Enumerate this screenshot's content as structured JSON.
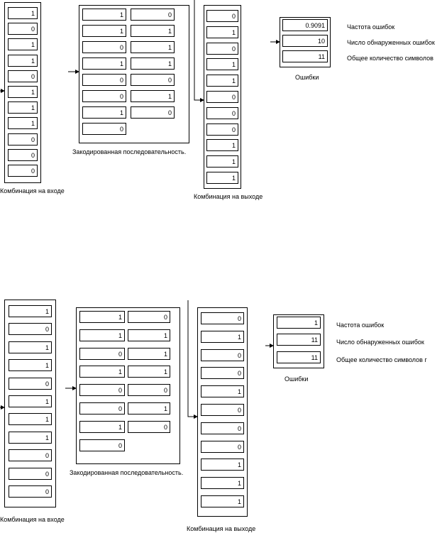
{
  "models": [
    {
      "input": {
        "caption": "Комбинация на входе",
        "values": [
          "1",
          "0",
          "1",
          "1",
          "0",
          "1",
          "1",
          "1",
          "0",
          "0",
          "0"
        ]
      },
      "encoded": {
        "caption": "Закодированная последовательность.",
        "col1": [
          "1",
          "1",
          "0",
          "1",
          "0",
          "0",
          "1",
          "0"
        ],
        "col2": [
          "0",
          "1",
          "1",
          "1",
          "0",
          "1",
          "0"
        ]
      },
      "output": {
        "caption": "Комбинация на выходе",
        "values": [
          "0",
          "1",
          "0",
          "1",
          "1",
          "0",
          "0",
          "0",
          "1",
          "1",
          "1"
        ]
      },
      "errors": {
        "caption": "Ошибки",
        "values": [
          "0.9091",
          "10",
          "11"
        ],
        "labels": [
          "Частота ошибок",
          "Число обнаруженных ошибок",
          "Общее количество символов"
        ]
      }
    },
    {
      "input": {
        "caption": "Комбинация на входе",
        "values": [
          "1",
          "0",
          "1",
          "1",
          "0",
          "1",
          "1",
          "1",
          "0",
          "0",
          "0"
        ]
      },
      "encoded": {
        "caption": "Закодированная последовательность.",
        "col1": [
          "1",
          "1",
          "0",
          "1",
          "0",
          "0",
          "1",
          "0"
        ],
        "col2": [
          "0",
          "1",
          "1",
          "1",
          "0",
          "1",
          "0"
        ]
      },
      "output": {
        "caption": "Комбинация на выходе",
        "values": [
          "0",
          "1",
          "0",
          "0",
          "1",
          "0",
          "0",
          "0",
          "1",
          "1",
          "1"
        ]
      },
      "errors": {
        "caption": "Ошибки",
        "values": [
          "1",
          "11",
          "11"
        ],
        "labels": [
          "Частота ошибок",
          "Число обнаруженных ошибок",
          "Общее количество символов г"
        ]
      }
    }
  ]
}
